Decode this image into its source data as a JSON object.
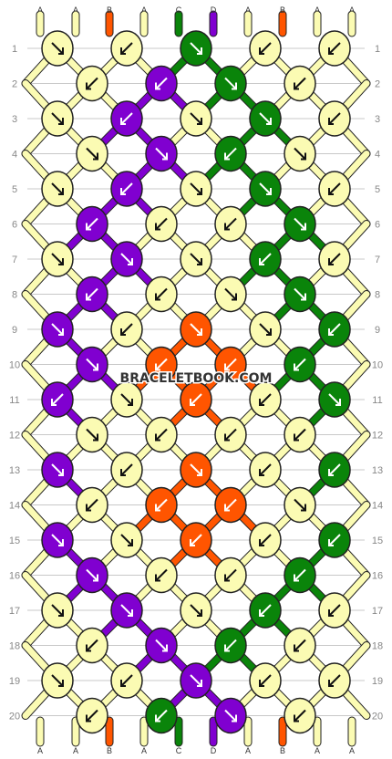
{
  "watermark": "BRACELETBOOK.COM",
  "string_labels_top": [
    "A",
    "A",
    "B",
    "A",
    "C",
    "D",
    "A",
    "B",
    "A",
    "A"
  ],
  "string_labels_bottom": [
    "A",
    "A",
    "B",
    "A",
    "C",
    "D",
    "A",
    "B",
    "A",
    "A"
  ],
  "colors": {
    "A": "#fbfbb3",
    "B": "#ff5500",
    "C": "#0a840a",
    "D": "#8000d0",
    "outline": "#222222",
    "arrow": "#111111",
    "rowline": "#c8c8c8"
  },
  "rows": [
    {
      "n": "1",
      "knots": [
        [
          "A",
          "dr"
        ],
        [
          "A",
          "dl"
        ],
        [
          "C",
          "dr"
        ],
        [
          "A",
          "dl"
        ],
        [
          "A",
          "dl"
        ]
      ]
    },
    {
      "n": "2",
      "knots": [
        [
          "A",
          "dl"
        ],
        [
          "D",
          "dl"
        ],
        [
          "C",
          "dr"
        ],
        [
          "A",
          "dl"
        ]
      ]
    },
    {
      "n": "3",
      "knots": [
        [
          "A",
          "dr"
        ],
        [
          "D",
          "dl"
        ],
        [
          "A",
          "dr"
        ],
        [
          "C",
          "dr"
        ],
        [
          "A",
          "dl"
        ]
      ]
    },
    {
      "n": "4",
      "knots": [
        [
          "A",
          "dr"
        ],
        [
          "D",
          "dr"
        ],
        [
          "C",
          "dl"
        ],
        [
          "A",
          "dr"
        ]
      ]
    },
    {
      "n": "5",
      "knots": [
        [
          "A",
          "dr"
        ],
        [
          "D",
          "dl"
        ],
        [
          "A",
          "dr"
        ],
        [
          "C",
          "dr"
        ],
        [
          "A",
          "dl"
        ]
      ]
    },
    {
      "n": "6",
      "knots": [
        [
          "D",
          "dl"
        ],
        [
          "A",
          "dl"
        ],
        [
          "A",
          "dl"
        ],
        [
          "C",
          "dr"
        ]
      ]
    },
    {
      "n": "7",
      "knots": [
        [
          "A",
          "dr"
        ],
        [
          "D",
          "dr"
        ],
        [
          "A",
          "dr"
        ],
        [
          "C",
          "dl"
        ],
        [
          "A",
          "dl"
        ]
      ]
    },
    {
      "n": "8",
      "knots": [
        [
          "D",
          "dl"
        ],
        [
          "A",
          "dl"
        ],
        [
          "A",
          "dr"
        ],
        [
          "C",
          "dr"
        ]
      ]
    },
    {
      "n": "9",
      "knots": [
        [
          "D",
          "dr"
        ],
        [
          "A",
          "dl"
        ],
        [
          "B",
          "dr"
        ],
        [
          "A",
          "dr"
        ],
        [
          "C",
          "dl"
        ]
      ]
    },
    {
      "n": "10",
      "knots": [
        [
          "D",
          "dr"
        ],
        [
          "B",
          "dl"
        ],
        [
          "B",
          "dl"
        ],
        [
          "C",
          "dl"
        ]
      ]
    },
    {
      "n": "11",
      "knots": [
        [
          "D",
          "dl"
        ],
        [
          "A",
          "dr"
        ],
        [
          "B",
          "dl"
        ],
        [
          "A",
          "dl"
        ],
        [
          "C",
          "dr"
        ]
      ]
    },
    {
      "n": "12",
      "knots": [
        [
          "A",
          "dr"
        ],
        [
          "A",
          "dl"
        ],
        [
          "A",
          "dl"
        ],
        [
          "A",
          "dl"
        ]
      ]
    },
    {
      "n": "13",
      "knots": [
        [
          "D",
          "dr"
        ],
        [
          "A",
          "dl"
        ],
        [
          "B",
          "dr"
        ],
        [
          "A",
          "dl"
        ],
        [
          "C",
          "dl"
        ]
      ]
    },
    {
      "n": "14",
      "knots": [
        [
          "A",
          "dl"
        ],
        [
          "B",
          "dl"
        ],
        [
          "B",
          "dl"
        ],
        [
          "A",
          "dr"
        ]
      ]
    },
    {
      "n": "15",
      "knots": [
        [
          "D",
          "dr"
        ],
        [
          "A",
          "dr"
        ],
        [
          "B",
          "dl"
        ],
        [
          "A",
          "dl"
        ],
        [
          "C",
          "dl"
        ]
      ]
    },
    {
      "n": "16",
      "knots": [
        [
          "D",
          "dr"
        ],
        [
          "A",
          "dl"
        ],
        [
          "A",
          "dl"
        ],
        [
          "C",
          "dl"
        ]
      ]
    },
    {
      "n": "17",
      "knots": [
        [
          "A",
          "dr"
        ],
        [
          "D",
          "dr"
        ],
        [
          "A",
          "dr"
        ],
        [
          "C",
          "dl"
        ],
        [
          "A",
          "dl"
        ]
      ]
    },
    {
      "n": "18",
      "knots": [
        [
          "A",
          "dl"
        ],
        [
          "D",
          "dr"
        ],
        [
          "C",
          "dl"
        ],
        [
          "A",
          "dl"
        ]
      ]
    },
    {
      "n": "19",
      "knots": [
        [
          "A",
          "dr"
        ],
        [
          "A",
          "dl"
        ],
        [
          "D",
          "dr"
        ],
        [
          "A",
          "dl"
        ],
        [
          "A",
          "dl"
        ]
      ]
    },
    {
      "n": "20",
      "knots": [
        [
          "A",
          "dl"
        ],
        [
          "C",
          "dl"
        ],
        [
          "D",
          "dr"
        ],
        [
          "A",
          "dl"
        ]
      ]
    }
  ]
}
